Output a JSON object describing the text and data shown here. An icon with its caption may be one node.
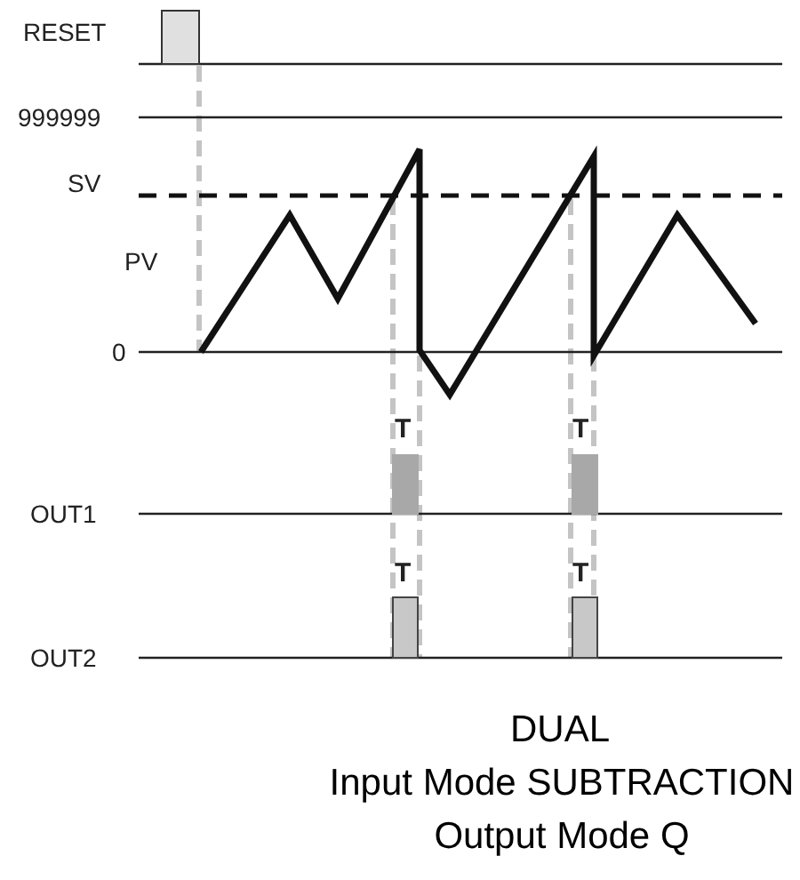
{
  "diagram": {
    "title": "DUAL",
    "caption": "Input Mode SUBTRACTION Output Mode Q",
    "labels": [
      "RESET",
      "999999",
      "SV",
      "PV",
      "0",
      "T",
      "T",
      "OUT1",
      "T",
      "T",
      "OUT2"
    ]
  }
}
